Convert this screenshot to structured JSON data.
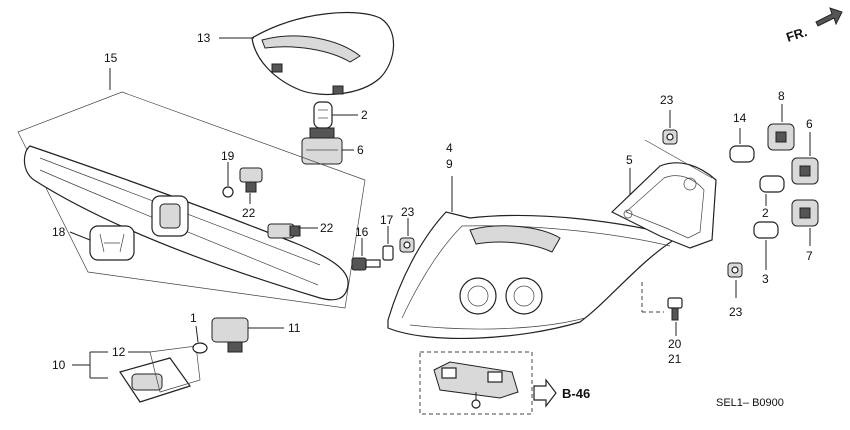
{
  "diagram": {
    "code": "SEL1– B0900",
    "direction_label": "FR.",
    "reference_label": "B-46",
    "callouts": {
      "c1": "1",
      "c2a": "2",
      "c2b": "2",
      "c3": "3",
      "c4": "4",
      "c5": "5",
      "c6a": "6",
      "c6b": "6",
      "c7": "7",
      "c8": "8",
      "c9": "9",
      "c10": "10",
      "c11": "11",
      "c12": "12",
      "c13": "13",
      "c14": "14",
      "c15": "15",
      "c16": "16",
      "c17": "17",
      "c18": "18",
      "c19": "19",
      "c20": "20",
      "c21": "21",
      "c22a": "22",
      "c22b": "22",
      "c23a": "23",
      "c23b": "23",
      "c23c": "23"
    }
  }
}
